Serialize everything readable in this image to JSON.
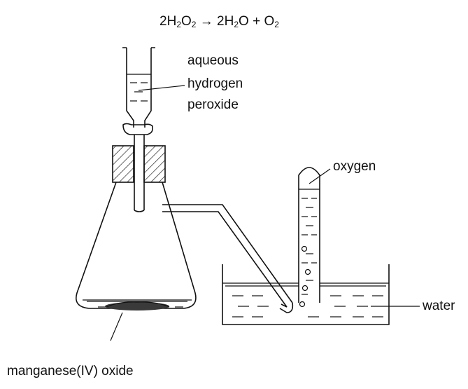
{
  "equation": {
    "reactant_coef": "2",
    "reactant_a": "H",
    "reactant_sub_a": "2",
    "reactant_b": "O",
    "reactant_sub_b": "2",
    "arrow": "→",
    "product1_coef": "2",
    "product1_a": "H",
    "product1_sub_a": "2",
    "product1_b": "O",
    "plus": "+",
    "product2_a": "O",
    "product2_sub_a": "2"
  },
  "labels": {
    "reagent_line1": "aqueous",
    "reagent_line2": "hydrogen",
    "reagent_line3": "peroxide",
    "gas": "oxygen",
    "trough_liquid": "water",
    "catalyst": "manganese(IV) oxide"
  }
}
